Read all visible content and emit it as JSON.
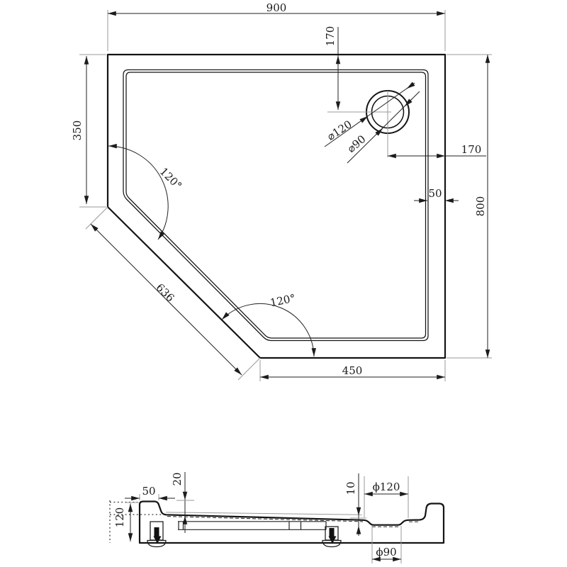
{
  "tv": {
    "w900": "900",
    "t170": "170",
    "r170": "170",
    "rim50": "50",
    "h800": "800",
    "l350": "350",
    "diag636": "636",
    "b450": "450",
    "ang_top": "120°",
    "ang_bot": "120°",
    "dia_outer": "⌀120",
    "dia_inner": "⌀90"
  },
  "sv": {
    "rim50": "50",
    "h20": "20",
    "h120": "120",
    "d10": "10",
    "dia120": "ϕ120",
    "dia90": "ϕ90"
  },
  "colors": {
    "line": "#141414",
    "dim": "#222222",
    "extension": "#999999",
    "background": "#ffffff"
  }
}
